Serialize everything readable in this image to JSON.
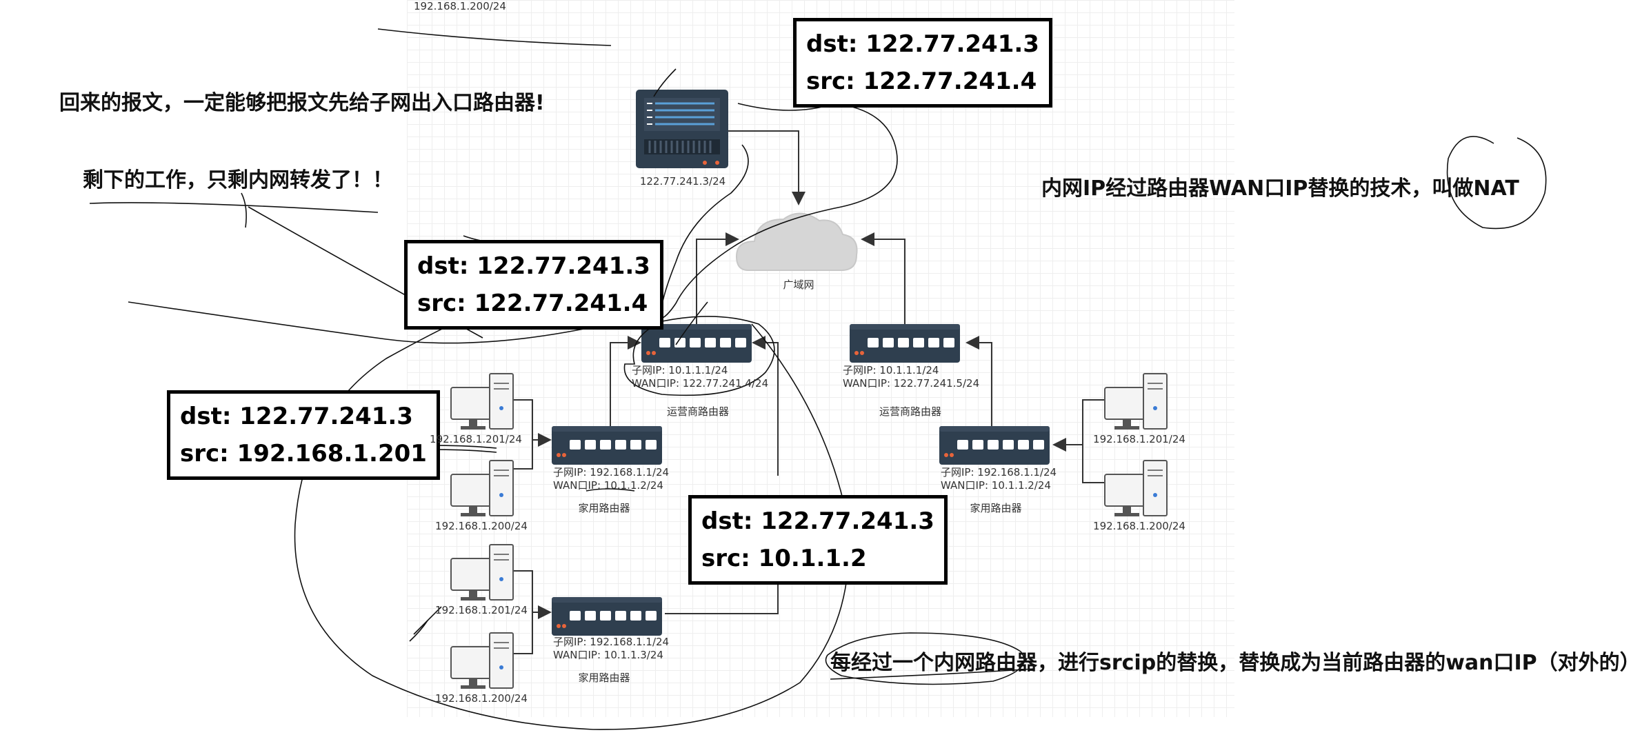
{
  "notes": {
    "return_packet": "回来的报文，一定能够把报文先给子网出入口路由器!",
    "remaining_work": "剩下的工作，只剩内网转发了！！",
    "nat_definition": "内网IP经过路由器WAN口IP替换的技术，叫做NAT",
    "srcip_replacement": "每经过一个内网路由器，进行srcip的替换，替换成为当前路由器的wan口IP（对外的）"
  },
  "packets": [
    {
      "dst": "dst: 122.77.241.3",
      "src": "src:  122.77.241.4"
    },
    {
      "dst": "dst: 122.77.241.3",
      "src": "src:  122.77.241.4"
    },
    {
      "dst": "dst: 122.77.241.3",
      "src": "src: 192.168.1.201"
    },
    {
      "dst": "dst: 122.77.241.3",
      "src": "src:  10.1.1.2"
    }
  ],
  "top_label": "192.168.1.200/24",
  "server": {
    "ip": "122.77.241.3/24"
  },
  "cloud": {
    "label": "广域网"
  },
  "isp_left": {
    "subnet": "子网IP:   10.1.1.1/24",
    "wan": "WAN口IP:  122.77.241.4/24",
    "name": "运营商路由器"
  },
  "isp_right": {
    "subnet": "子网IP:   10.1.1.1/24",
    "wan": "WAN口IP:  122.77.241.5/24",
    "name": "运营商路由器"
  },
  "home_1": {
    "subnet": "子网IP:   192.168.1.1/24",
    "wan": "WAN口IP:  10.1.1.2/24",
    "name": "家用路由器"
  },
  "home_2": {
    "subnet": "子网IP:   192.168.1.1/24",
    "wan": "WAN口IP:  10.1.1.3/24",
    "name": "家用路由器"
  },
  "home_3": {
    "subnet": "子网IP:   192.168.1.1/24",
    "wan": "WAN口IP:  10.1.1.2/24",
    "name": "家用路由器"
  },
  "hosts": {
    "h1": "192.168.1.201/24",
    "h2": "192.168.1.200/24",
    "h3": "192.168.1.201/24",
    "h4": "192.168.1.200/24",
    "h5": "192.168.1.201/24",
    "h6": "192.168.1.200/24"
  },
  "colors": {
    "device_dark": "#2f3f4f",
    "device_panel": "#3a4a5c",
    "led": "#e8643a",
    "cloud": "#d6d6d6"
  }
}
